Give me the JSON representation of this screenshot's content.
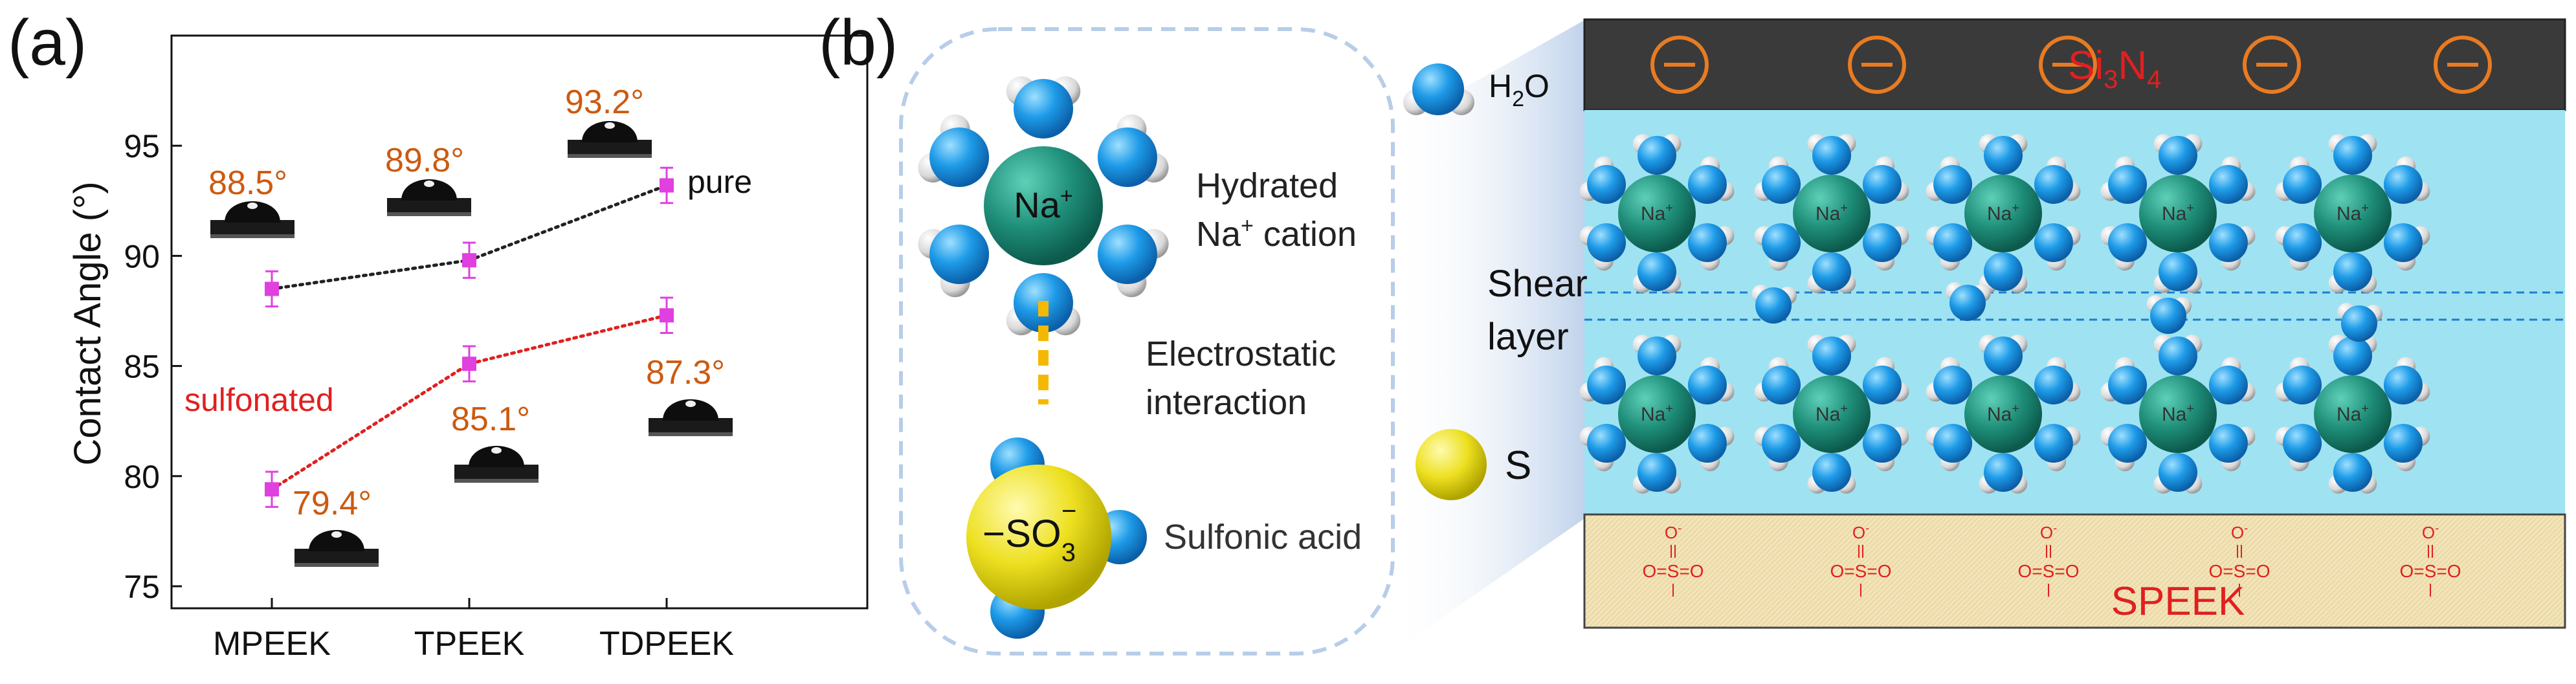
{
  "panel_a": {
    "label": "(a)",
    "ylabel": "Contact Angle (°)",
    "series_labels": {
      "pure": "pure",
      "sulfonated": "sulfonated"
    },
    "angle_labels": {
      "mpeek_pure": "88.5°",
      "tpeek_pure": "89.8°",
      "tdpeek_pure": "93.2°",
      "mpeek_sulf": "79.4°",
      "tpeek_sulf": "85.1°",
      "tdpeek_sulf": "87.3°"
    }
  },
  "chart_data": {
    "type": "scatter",
    "categories": [
      "MPEEK",
      "TPEEK",
      "TDPEEK"
    ],
    "series": [
      {
        "name": "pure",
        "values": [
          88.5,
          89.8,
          93.2
        ],
        "errors": [
          0.8,
          0.8,
          0.8
        ],
        "color": "#222222"
      },
      {
        "name": "sulfonated",
        "values": [
          79.4,
          85.1,
          87.3
        ],
        "errors": [
          0.8,
          0.8,
          0.8
        ],
        "color": "#e02020"
      }
    ],
    "marker_color": "#e040e0",
    "ylabel": "Contact Angle (°)",
    "ylim": [
      74,
      100
    ],
    "yticks": [
      75,
      80,
      85,
      90,
      95
    ]
  },
  "panel_b": {
    "label": "(b)",
    "water_legend": "H",
    "water_sub": "2",
    "water_end": "O",
    "sulfur_legend": "S",
    "na_label": "Na",
    "na_sup": "+",
    "hydrated_line1": "Hydrated",
    "hydrated_line2_a": "Na",
    "hydrated_line2_sup": "+",
    "hydrated_line2_b": " cation",
    "electro_line1": "Electrostatic",
    "electro_line2": "interaction",
    "so3_label": "−SO",
    "so3_sub": "3",
    "so3_sup": "−",
    "sulfonic_label": "Sulfonic acid",
    "shear_line1": "Shear",
    "shear_line2": "layer",
    "si3n4": "Si",
    "si3n4_sub3": "3",
    "si3n4_n": "N",
    "si3n4_sub4": "4",
    "speek": "SPEEK",
    "small_na": "Na",
    "small_na_sup": "+",
    "minus_sign": "−",
    "sulfonate_top": "O",
    "sulfonate_top_sup": "-",
    "sulfonate_mid": "O=S=O",
    "colors": {
      "na": "#1f8f7a",
      "water": "#1e9be8",
      "hydrogen": "#e9e9e9",
      "sulfur": "#ede020",
      "membrane_top": "#3a3a3a",
      "solution": "#9fe3f2",
      "speek": "#f2e3b8",
      "charge": "#e87b22",
      "accent_red": "#e02020"
    }
  }
}
